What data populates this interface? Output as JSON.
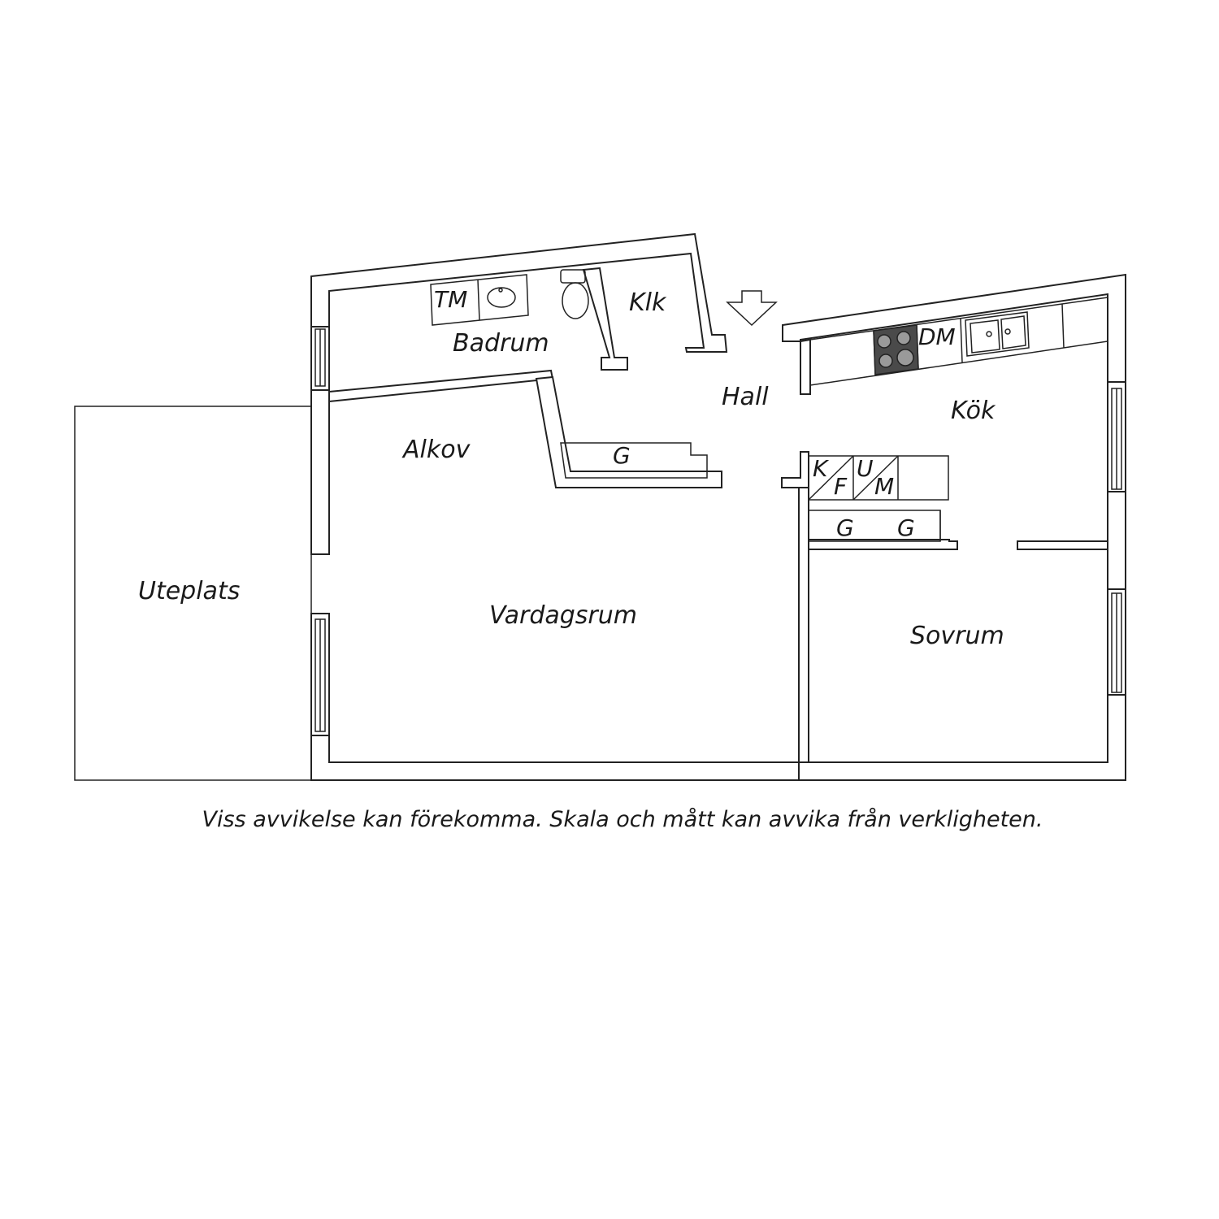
{
  "rooms": {
    "badrum": "Badrum",
    "klk": "Klk",
    "hall": "Hall",
    "kok": "Kök",
    "alkov": "Alkov",
    "vardagsrum": "Vardagsrum",
    "sovrum": "Sovrum",
    "uteplats": "Uteplats"
  },
  "fixtures": {
    "tm": "TM",
    "dm": "DM",
    "g_alkov": "G",
    "k": "K",
    "f": "F",
    "u": "U",
    "m": "M",
    "g_left": "G",
    "g_right": "G"
  },
  "disclaimer": "Viss avvikelse kan förekomma. Skala och mått kan avvika från verkligheten.",
  "colors": {
    "line": "#222222",
    "hob": "#4a4a4a",
    "background": "#ffffff"
  },
  "icons": {
    "entrance": "entrance-arrow-icon"
  }
}
